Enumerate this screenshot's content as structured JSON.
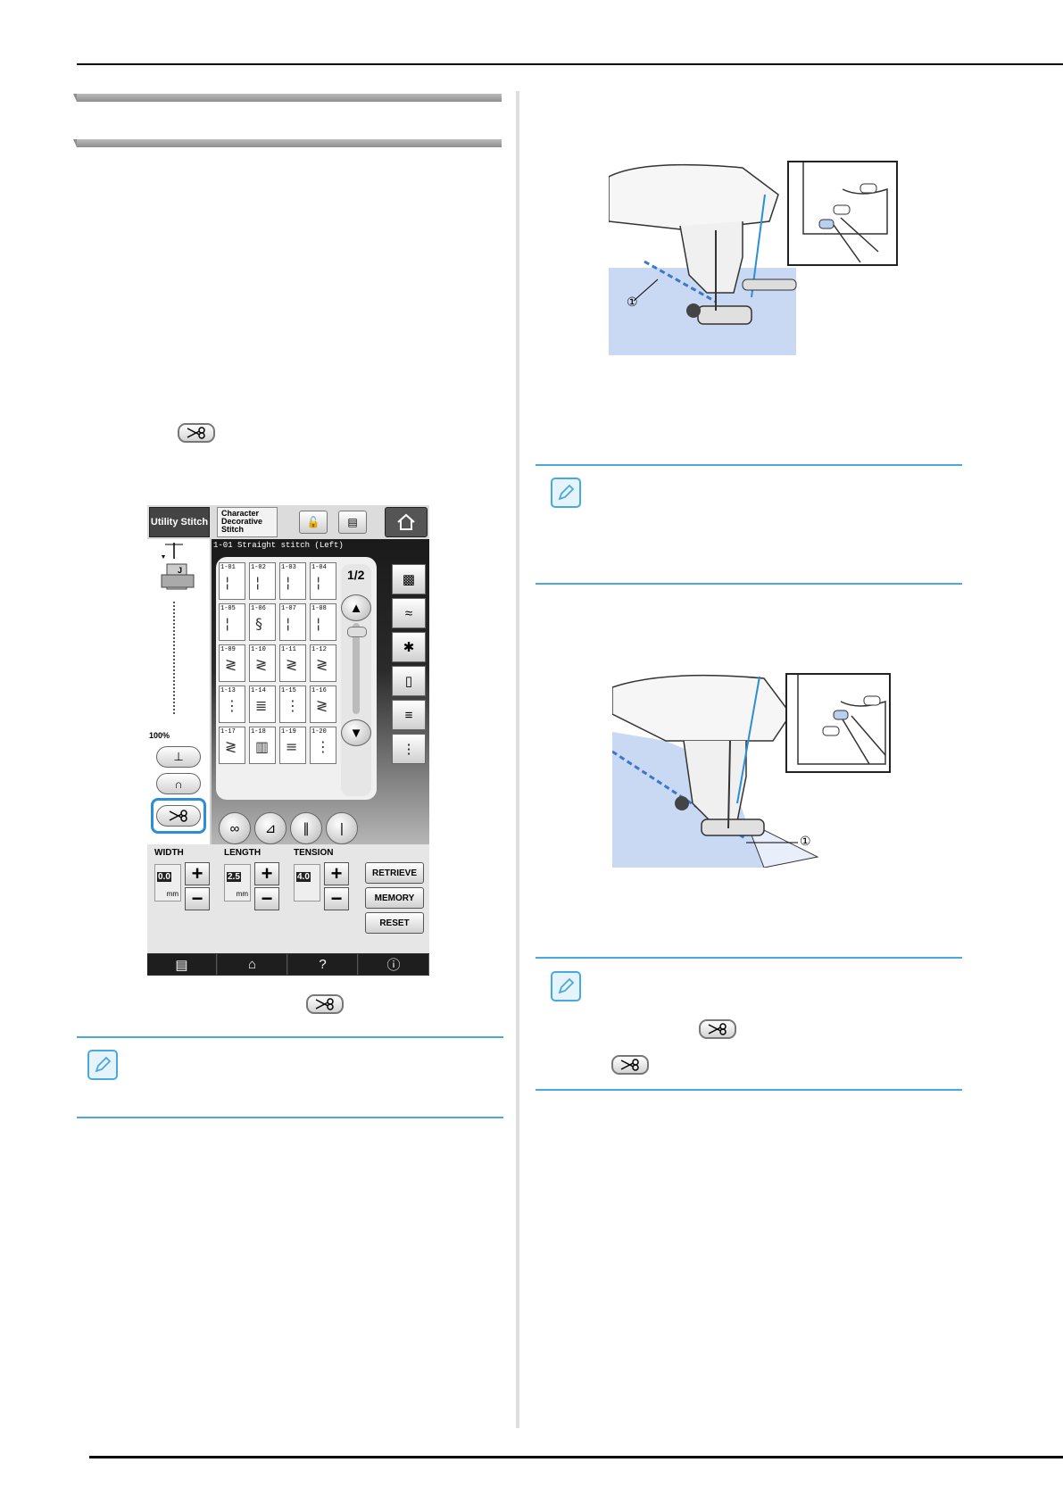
{
  "lcd": {
    "tab_utility": "Utility Stitch",
    "tab_character": "Character\nDecorative\nStitch",
    "stitch_name": "1-01    Straight stitch (Left)",
    "page": "1/2",
    "zoom": "100%",
    "stitches": [
      "1-01",
      "1-02",
      "1-03",
      "1-04",
      "1-05",
      "1-06",
      "1-07",
      "1-08",
      "1-09",
      "1-10",
      "1-11",
      "1-12",
      "1-13",
      "1-14",
      "1-15",
      "1-16",
      "1-17",
      "1-18",
      "1-19",
      "1-20"
    ],
    "width_label": "WIDTH",
    "length_label": "LENGTH",
    "tension_label": "TENSION",
    "width_value": "0.0",
    "length_value": "2.5",
    "tension_value": "4.0",
    "unit": "mm",
    "retrieve": "RETRIEVE",
    "memory": "MEMORY",
    "reset": "RESET",
    "help": "?"
  },
  "figures": {
    "callout_1": "①",
    "callout_2": "①"
  },
  "colors": {
    "accent": "#4aa8e0",
    "fabric": "#c9d9f3",
    "highlight": "#2a8fd6"
  }
}
